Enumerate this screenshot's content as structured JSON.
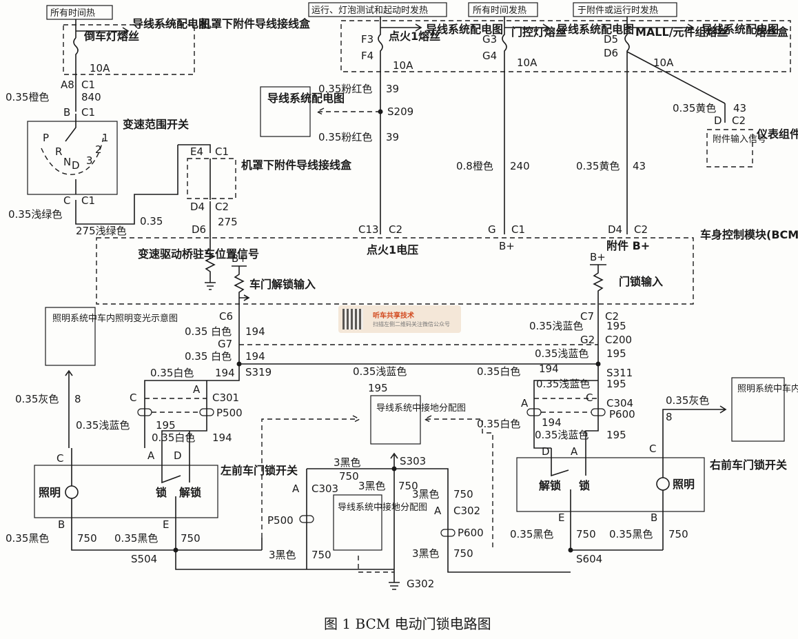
{
  "caption": "图 1  BCM 电动门锁电路图",
  "fuse_block_left": {
    "header": "所有时间热",
    "fuse_name": "倒车灯熔丝",
    "rating": "10A",
    "ref": "导线系统配电图",
    "box_name": "机罩下附件导线接线盒"
  },
  "fuse_block_right": {
    "box_name": "熔丝盒",
    "header_1": "运行、灯泡测试和起动时发热",
    "header_2": "所有时间发热",
    "header_3": "于附件或运行时发热",
    "f3": "F3",
    "f4": "F4",
    "fuse1": "点火1熔丝",
    "rating1": "10A",
    "ref1": "导线系统配电图",
    "g3": "G3",
    "g4": "G4",
    "fuse2": "门控灯熔丝",
    "rating2": "10A",
    "ref2": "导线系统配电图",
    "d5": "D5",
    "d6": "D6",
    "fuse3": "MALL/元件组熔丝",
    "rating3": "10A",
    "ref3": "导线系统配电图"
  },
  "range_switch": {
    "name": "变速范围开关",
    "positions": [
      "P",
      "R",
      "N",
      "D",
      "3",
      "2",
      "1"
    ],
    "top_conn": "B",
    "top_c": "C1",
    "bot_conn": "C",
    "bot_c": "C1"
  },
  "left_conn": {
    "a8": "A8",
    "c1": "C1",
    "wire": "0.35橙色",
    "num": "840"
  },
  "mid_box": {
    "name": "机罩下附件导线接线盒",
    "e4": "E4",
    "c1": "C1",
    "d4": "D4",
    "c2": "C2",
    "num": "275"
  },
  "wires": {
    "w_green_a": "0.35浅绿色",
    "w_green_b": "275浅绿色",
    "w_green_c": "0.35",
    "pink1": "0.35粉红色",
    "pink_num": "39",
    "splice_s209": "S209",
    "pink2": "0.35粉红色",
    "orange08": "0.8橙色",
    "orange_num": "240",
    "yellow1": "0.35黄色",
    "yellow_num": "43",
    "yellow2": "0.35黄色",
    "yellow2_num": "43"
  },
  "ref_box_1": "导线系统配电图",
  "ipc": {
    "name": "仪表组件(IPC)",
    "inner": "附件输入信号",
    "d": "D",
    "c2": "C2"
  },
  "bcm": {
    "name": "车身控制模块(BCM)",
    "d6": "D6",
    "c13": "C13",
    "c2a": "C2",
    "g": "G",
    "c1": "C1",
    "d4": "D4",
    "c2b": "C2",
    "ign_voltage": "点火1电压",
    "bplus1": "B+",
    "acc": "附件 B+",
    "park_signal": "变速驱动桥驻车位置信号",
    "bplus2": "B+",
    "unlock_in": "车门解锁输入",
    "bplus3": "B+",
    "lock_in": "门锁输入",
    "c6": "C6",
    "c7": "C7",
    "c2c": "C2"
  },
  "lower": {
    "white1": "0.35 白色",
    "num194a": "194",
    "g7": "G7",
    "white2": "0.35 白色",
    "num194b": "194",
    "s319": "S319",
    "white3": "0.35白色",
    "num194c": "194",
    "blue_mid": "0.35浅蓝色",
    "num195": "195",
    "white_mid": "0.35白色",
    "num194d": "194",
    "s311": "S311",
    "blue_r1": "0.35浅蓝色",
    "num195a": "195",
    "g2": "G2",
    "c200": "C200",
    "blue_r2": "0.35浅蓝色",
    "num195b": "195",
    "blue_r3": "0.35浅蓝色",
    "num195c": "195",
    "c_left": "C",
    "a_left": "A",
    "c301": "C301",
    "p500": "P500",
    "blue_l": "0.35浅蓝色",
    "num195d": "195",
    "white_l": "0.35白色",
    "num194e": "194",
    "a_r": "A",
    "c_r": "C",
    "c304": "C304",
    "p600": "P600",
    "num194f": "194",
    "white_r": "0.35白色",
    "blue_r4": "0.35浅蓝色",
    "num195e": "195"
  },
  "illum_left": {
    "name": "照明系统中车内照明变光示意图",
    "wire": "0.35灰色",
    "num": "8"
  },
  "illum_right": {
    "name": "照明系统中车内照明变光示意图",
    "wire": "0.35灰色",
    "num": "8"
  },
  "ground_ref_top": "导线系统中接地分配图",
  "ground_ref_bot": "导线系统中接地分配图",
  "left_switch": {
    "name": "左前车门锁开关",
    "c": "C",
    "a": "A",
    "d": "D",
    "illum": "照明",
    "lock": "锁",
    "unlock": "解锁",
    "b": "B",
    "e": "E"
  },
  "right_switch": {
    "name": "右前车门锁开关",
    "d": "D",
    "a": "A",
    "c": "C",
    "illum": "照明",
    "lock": "锁",
    "unlock": "解锁",
    "e": "E",
    "b": "B"
  },
  "ground": {
    "s303": "S303",
    "black3a": "3黑色",
    "num750a": "750",
    "black3b": "3黑色",
    "num750b": "750",
    "a303": "A",
    "c303": "C303",
    "p500": "P500",
    "black3c": "3黑色",
    "num750c": "750",
    "a302": "A",
    "c302": "C302",
    "p600": "P600",
    "black3d": "3黑色",
    "num750d": "750",
    "black3e": "3黑色",
    "num750e": "750",
    "g302": "G302",
    "s504": "S504",
    "s604": "S604",
    "bl_l1": "0.35黑色",
    "n_l1": "750",
    "bl_l2": "0.35黑色",
    "n_l2": "750",
    "bl_r1": "0.35黑色",
    "n_r1": "750",
    "bl_r2": "0.35黑色",
    "n_r2": "750"
  },
  "watermark": {
    "line1": "听车共享技术",
    "line2": "扫描左侧二维码关注微信公众号"
  }
}
